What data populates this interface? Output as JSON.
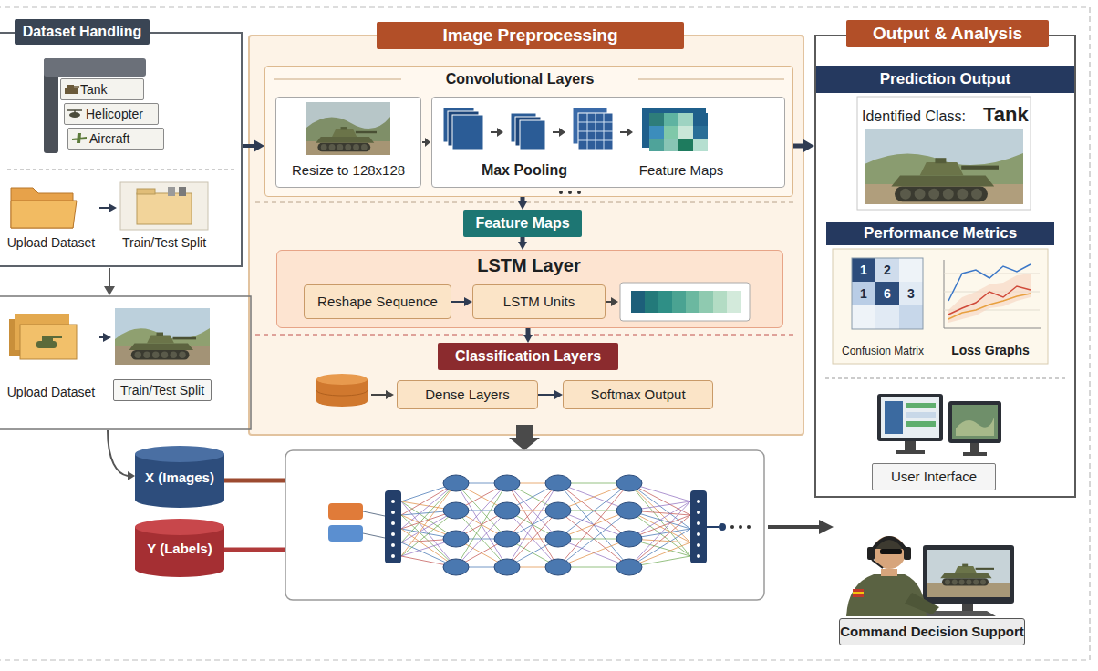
{
  "diagram": {
    "nodes": [
      {
        "text": [
          "Dataset Handling"
        ]
      },
      {
        "text": [
          "Tank"
        ],
        "in": 0
      },
      {
        "text": [
          "Helicopter"
        ],
        "in": 0
      },
      {
        "text": [
          "Aircraft"
        ],
        "in": 0
      },
      {
        "text": [
          "Upload Dataset"
        ],
        "in": 0
      },
      {
        "text": [
          "Train/Test Split"
        ],
        "in": 0
      },
      {
        "text": [
          "Upload Dataset"
        ]
      },
      {
        "text": [
          "Train/Test Split"
        ]
      },
      {
        "text": [
          "X (Images)"
        ]
      },
      {
        "text": [
          "Y (Labels)"
        ]
      },
      {
        "text": [
          "Image Preprocessing"
        ]
      },
      {
        "text": [
          "Convolutional Layers"
        ],
        "in": 10
      },
      {
        "text": [
          "Resize to 128x128"
        ],
        "in": 11
      },
      {
        "text": [
          "Max Pooling",
          "Feature Maps"
        ],
        "in": 11
      },
      {
        "text": [
          "Feature Maps"
        ],
        "in": 10
      },
      {
        "text": [
          "LSTM Layer"
        ],
        "in": 10
      },
      {
        "text": [
          "Reshape Sequence"
        ],
        "in": 15
      },
      {
        "text": [
          "LSTM Units"
        ],
        "in": 15
      },
      {
        "text": [
          "Classification Layers"
        ],
        "in": 10
      },
      {
        "text": [
          "Dense Layers"
        ],
        "in": 10
      },
      {
        "text": [
          "Softmax Output"
        ],
        "in": 10
      },
      {
        "text": [
          "Output & Analysis"
        ]
      },
      {
        "text": [
          "Prediction Output",
          "Identified Class:",
          "Tank"
        ],
        "in": 21
      },
      {
        "text": [
          "Performance Metrics",
          "Confusion Matrix",
          "Loss Graphs"
        ],
        "in": 21
      },
      {
        "text": [
          "User Interface"
        ],
        "in": 21
      },
      {
        "text": [
          "Command Decision Support"
        ]
      }
    ],
    "edges": [
      {
        "from": 0,
        "to": 11,
        "arrow": "to"
      },
      {
        "from": 4,
        "to": 5,
        "arrow": "to"
      },
      {
        "from": 6,
        "to": 7,
        "arrow": "to"
      },
      {
        "from": 11,
        "to": 14,
        "arrow": "to"
      },
      {
        "from": 14,
        "to": 15,
        "arrow": "to"
      },
      {
        "from": 16,
        "to": 17,
        "arrow": "to"
      },
      {
        "from": 15,
        "to": 18,
        "arrow": "to"
      },
      {
        "from": 19,
        "to": 20,
        "arrow": "to"
      },
      {
        "from": 11,
        "to": 21,
        "arrow": "to"
      }
    ],
    "labels": [
      "1",
      "2",
      "1",
      "6",
      "3"
    ]
  }
}
